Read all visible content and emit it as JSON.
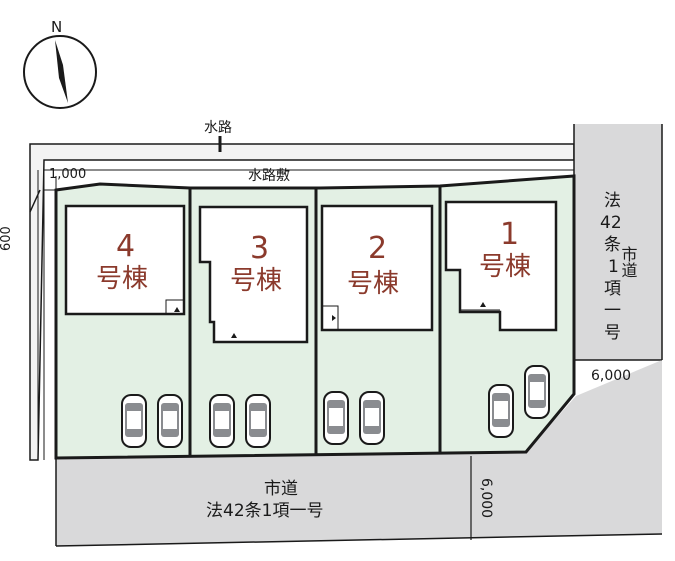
{
  "compass": {
    "north_label": "N",
    "icon": "north-arrow-icon"
  },
  "waterway": {
    "label": "水路"
  },
  "waterway_site": {
    "label": "水路敷"
  },
  "dimensions": {
    "top_left_width": "1,000",
    "left_offset": "600",
    "east_road_width": "6,000",
    "south_road_width": "6,000"
  },
  "roads": {
    "east": {
      "line1": "法",
      "line2": "42",
      "line3": "条",
      "line4": "1",
      "line5": "項",
      "line6": "一",
      "line7": "号",
      "side_text": "市道"
    },
    "south": {
      "line1": "市道",
      "line2": "法42条1項一号"
    }
  },
  "lots": [
    {
      "number": "4",
      "suffix": "号棟"
    },
    {
      "number": "3",
      "suffix": "号棟"
    },
    {
      "number": "2",
      "suffix": "号棟"
    },
    {
      "number": "1",
      "suffix": "号棟"
    }
  ],
  "colors": {
    "lot_fill": "#e3f0e4",
    "road_fill": "#d9d9da",
    "waterway_fill": "#f3f3f3",
    "outline": "#1a1a1a",
    "lot_number": "#8b3a2c"
  }
}
